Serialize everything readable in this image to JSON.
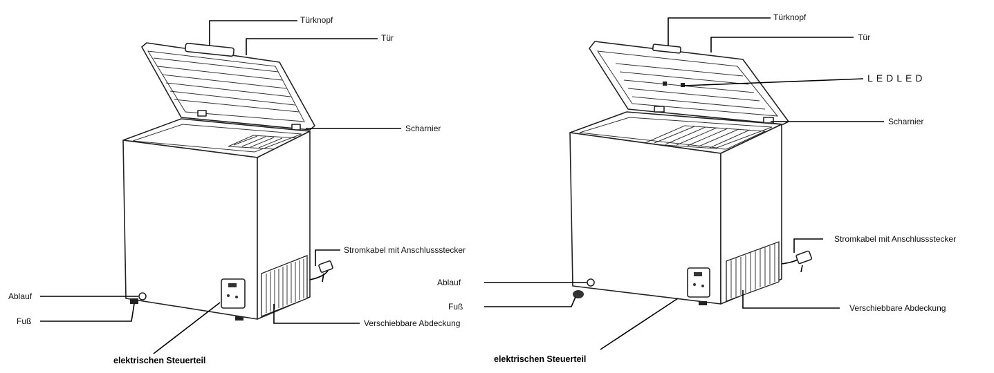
{
  "left_unit": {
    "labels": {
      "tuerknopf": "Türknopf",
      "tuer": "Tür",
      "scharnier": "Scharnier",
      "stromkabel": "Stromkabel mit Anschlussstecker",
      "ablauf": "Ablauf",
      "fuss": "Fuß",
      "abdeckung": "Verschiebbare Abdeckung",
      "steuerteil": "elektrischen Steuerteil"
    }
  },
  "right_unit": {
    "labels": {
      "tuerknopf": "Türknopf",
      "tuer": "Tür",
      "led": "LEDLED",
      "scharnier": "Scharnier",
      "stromkabel": "Stromkabel mit Anschlussstecker",
      "ablauf": "Ablauf",
      "fuss": "Fuß",
      "abdeckung": "Verschiebbare Abdeckung",
      "steuerteil": "elektrischen Steuerteil"
    }
  }
}
